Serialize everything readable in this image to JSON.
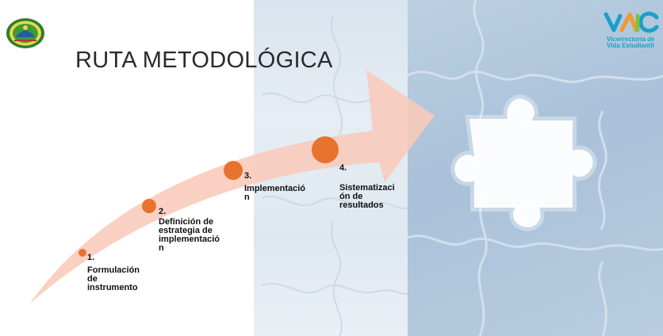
{
  "slide": {
    "title": "RUTA METODOLÓGICA"
  },
  "steps": [
    {
      "number": "1.",
      "text": " Formulación\nde\ninstrumento"
    },
    {
      "number": "2.",
      "text": "Definición de\nestrategia de\nimplementació\nn"
    },
    {
      "number": "3.",
      "text": "Implementació\nn"
    },
    {
      "number": "4.",
      "text": "Sistematizaci\nón de\nresultados"
    }
  ],
  "logos": {
    "left": {
      "icon": "university-seal-icon"
    },
    "right": {
      "icon": "vicerrectoria-logo-icon",
      "text": "Vicerrectoría de\nVida Estudiantil"
    }
  },
  "colors": {
    "arrow": "#f9c9bb",
    "dot": "#e8732f",
    "accent_blue": "#1aa0c8"
  }
}
